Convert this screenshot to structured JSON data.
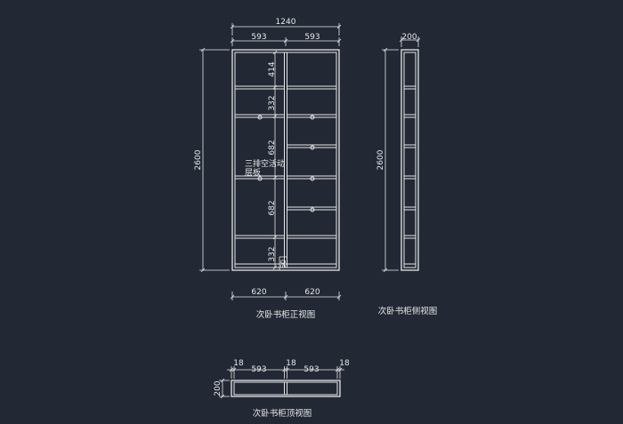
{
  "drawing": {
    "front_view": {
      "caption": "次卧书柜正视图",
      "dims": {
        "total_width": "1240",
        "top_left_half": "593",
        "top_right_half": "593",
        "height": "2600",
        "h1": "414",
        "h2": "332",
        "h3": "682",
        "h4": "682",
        "h5": "332",
        "base": "50",
        "bottom_left": "620",
        "bottom_right": "620"
      },
      "note_line1": "三排空活动",
      "note_line2": "层板"
    },
    "side_view": {
      "caption": "次卧书柜侧视图",
      "dims": {
        "depth": "200",
        "height": "2600"
      }
    },
    "top_view": {
      "caption": "次卧书柜顶视图",
      "dims": {
        "panel_left": "18",
        "width_left": "593",
        "panel_mid": "18",
        "width_right": "593",
        "panel_right": "18",
        "depth": "200"
      }
    }
  }
}
